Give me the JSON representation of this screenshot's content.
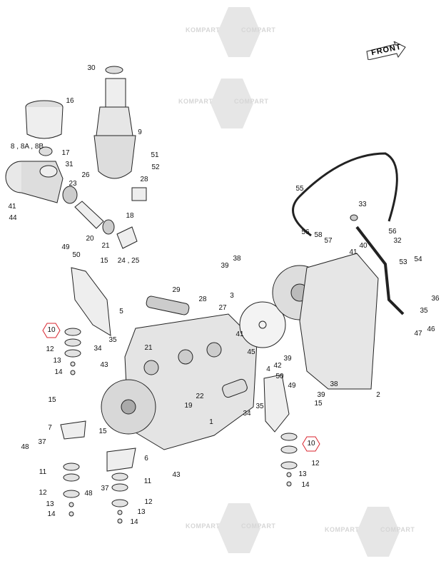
{
  "watermark": {
    "left_text": "KOMPART",
    "right_text": "COMPART"
  },
  "front_arrow": {
    "label": "FRONT"
  },
  "highlight_color": "#d9232d",
  "callouts": [
    {
      "id": "30",
      "text": "30"
    },
    {
      "id": "16",
      "text": "16"
    },
    {
      "id": "9",
      "text": "9"
    },
    {
      "id": "8",
      "text": "8 , 8A , 8B"
    },
    {
      "id": "17",
      "text": "17"
    },
    {
      "id": "31",
      "text": "31"
    },
    {
      "id": "51",
      "text": "51"
    },
    {
      "id": "52",
      "text": "52"
    },
    {
      "id": "26",
      "text": "26"
    },
    {
      "id": "28a",
      "text": "28"
    },
    {
      "id": "23",
      "text": "23"
    },
    {
      "id": "41a",
      "text": "41"
    },
    {
      "id": "44",
      "text": "44"
    },
    {
      "id": "20",
      "text": "20"
    },
    {
      "id": "21a",
      "text": "21"
    },
    {
      "id": "18",
      "text": "18"
    },
    {
      "id": "2425",
      "text": "24 , 25"
    },
    {
      "id": "55",
      "text": "55"
    },
    {
      "id": "33",
      "text": "33"
    },
    {
      "id": "56a",
      "text": "56"
    },
    {
      "id": "58",
      "text": "58"
    },
    {
      "id": "57",
      "text": "57"
    },
    {
      "id": "56b",
      "text": "56"
    },
    {
      "id": "32",
      "text": "32"
    },
    {
      "id": "41b",
      "text": "41"
    },
    {
      "id": "40",
      "text": "40"
    },
    {
      "id": "38a",
      "text": "38"
    },
    {
      "id": "39a",
      "text": "39"
    },
    {
      "id": "49a",
      "text": "49"
    },
    {
      "id": "50a",
      "text": "50"
    },
    {
      "id": "15a",
      "text": "15"
    },
    {
      "id": "53",
      "text": "53"
    },
    {
      "id": "54",
      "text": "54"
    },
    {
      "id": "29",
      "text": "29"
    },
    {
      "id": "28b",
      "text": "28"
    },
    {
      "id": "27",
      "text": "27"
    },
    {
      "id": "3",
      "text": "3"
    },
    {
      "id": "5",
      "text": "5"
    },
    {
      "id": "36",
      "text": "36"
    },
    {
      "id": "35a",
      "text": "35"
    },
    {
      "id": "35b",
      "text": "35"
    },
    {
      "id": "34a",
      "text": "34"
    },
    {
      "id": "41c",
      "text": "41"
    },
    {
      "id": "45",
      "text": "45"
    },
    {
      "id": "39b",
      "text": "39"
    },
    {
      "id": "42",
      "text": "42"
    },
    {
      "id": "47",
      "text": "47"
    },
    {
      "id": "46",
      "text": "46"
    },
    {
      "id": "12a",
      "text": "12"
    },
    {
      "id": "13a",
      "text": "13"
    },
    {
      "id": "14a",
      "text": "14"
    },
    {
      "id": "21b",
      "text": "21"
    },
    {
      "id": "43a",
      "text": "43"
    },
    {
      "id": "4",
      "text": "4"
    },
    {
      "id": "50b",
      "text": "50"
    },
    {
      "id": "49b",
      "text": "49"
    },
    {
      "id": "38b",
      "text": "38"
    },
    {
      "id": "39c",
      "text": "39"
    },
    {
      "id": "2",
      "text": "2"
    },
    {
      "id": "15b",
      "text": "15"
    },
    {
      "id": "22",
      "text": "22"
    },
    {
      "id": "19",
      "text": "19"
    },
    {
      "id": "1",
      "text": "1"
    },
    {
      "id": "15c",
      "text": "15"
    },
    {
      "id": "34b",
      "text": "34"
    },
    {
      "id": "35c",
      "text": "35"
    },
    {
      "id": "7",
      "text": "7"
    },
    {
      "id": "15d",
      "text": "15"
    },
    {
      "id": "48a",
      "text": "48"
    },
    {
      "id": "37a",
      "text": "37"
    },
    {
      "id": "6",
      "text": "6"
    },
    {
      "id": "12b",
      "text": "12"
    },
    {
      "id": "13b",
      "text": "13"
    },
    {
      "id": "14b",
      "text": "14"
    },
    {
      "id": "11a",
      "text": "11"
    },
    {
      "id": "11b",
      "text": "11"
    },
    {
      "id": "48b",
      "text": "48"
    },
    {
      "id": "37b",
      "text": "37"
    },
    {
      "id": "43b",
      "text": "43"
    },
    {
      "id": "12c",
      "text": "12"
    },
    {
      "id": "13c",
      "text": "13"
    },
    {
      "id": "14c",
      "text": "14"
    },
    {
      "id": "12d",
      "text": "12"
    },
    {
      "id": "13d",
      "text": "13"
    },
    {
      "id": "14d",
      "text": "14"
    }
  ],
  "highlighted_callouts": [
    {
      "text": "10"
    },
    {
      "text": "10"
    }
  ]
}
